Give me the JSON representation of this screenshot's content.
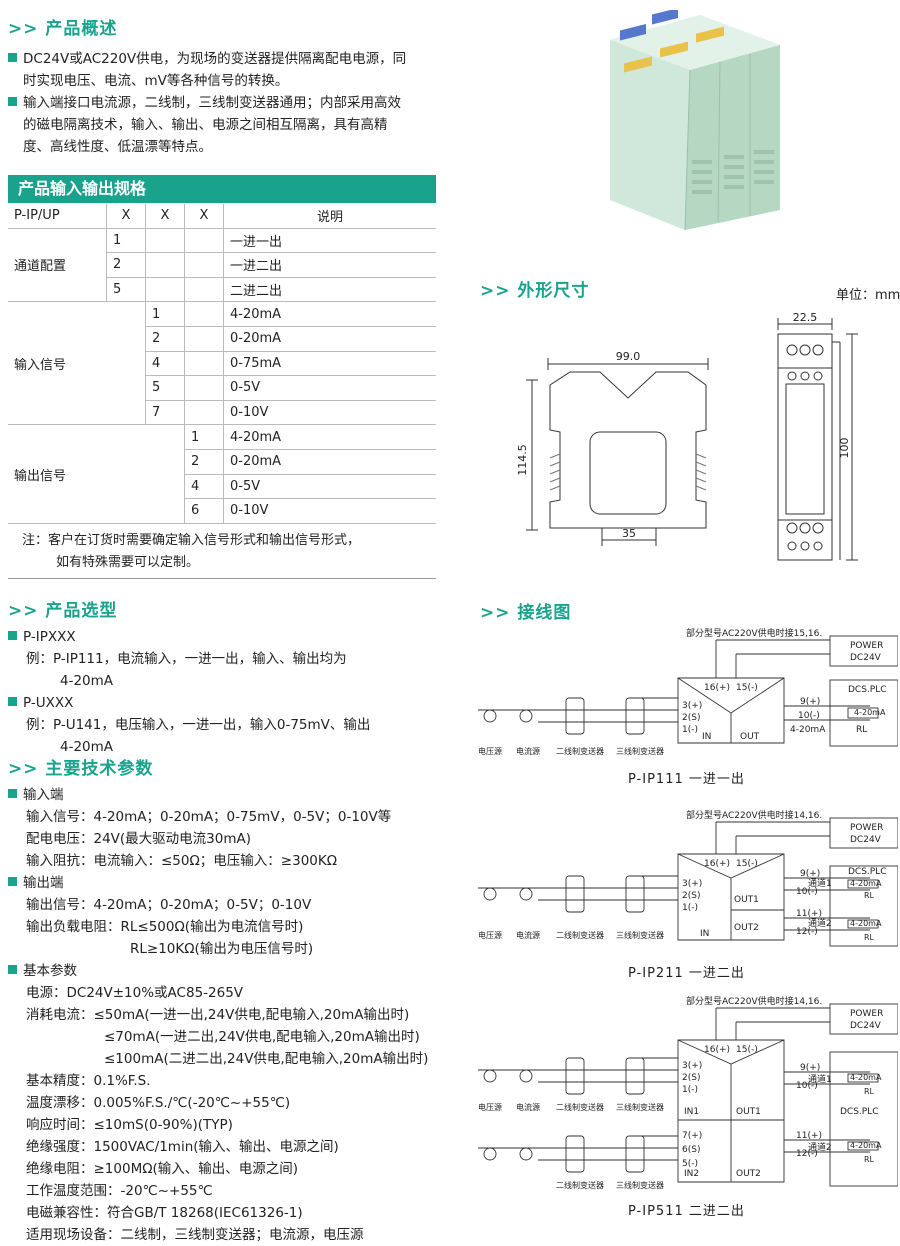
{
  "overview": {
    "title": ">> 产品概述",
    "items": [
      [
        "DC24V或AC220V供电，为现场的变送器提供隔离配电电源，同",
        "时实现电压、电流、mV等各种信号的转换。"
      ],
      [
        "输入端接口电流源，二线制，三线制变送器通用；内部采用高效",
        "的磁电隔离技术，输入、输出、电源之间相互隔离，具有高精",
        "度、高线性度、低温漂等特点。"
      ]
    ]
  },
  "spec": {
    "title": "产品输入输出规格",
    "header": [
      "P-IP/UP",
      "X",
      "X",
      "X",
      "说明"
    ],
    "channel": {
      "label": "通道配置",
      "rows": [
        [
          "1",
          "一进一出"
        ],
        [
          "2",
          "一进二出"
        ],
        [
          "5",
          "二进二出"
        ]
      ]
    },
    "input": {
      "label": "输入信号",
      "rows": [
        [
          "1",
          "4-20mA"
        ],
        [
          "2",
          "0-20mA"
        ],
        [
          "4",
          "0-75mA"
        ],
        [
          "5",
          "0-5V"
        ],
        [
          "7",
          "0-10V"
        ]
      ]
    },
    "output": {
      "label": "输出信号",
      "rows": [
        [
          "1",
          "4-20mA"
        ],
        [
          "2",
          "0-20mA"
        ],
        [
          "4",
          "0-5V"
        ],
        [
          "6",
          "0-10V"
        ]
      ]
    },
    "note": [
      "注：客户在订货时需要确定输入信号形式和输出信号形式，",
      "如有特殊需要可以定制。"
    ]
  },
  "selection": {
    "title": ">> 产品选型",
    "model1": "P-IPXXX",
    "example1": [
      "例：P-IP111，电流输入，一进一出，输入、输出均为",
      "4-20mA"
    ],
    "model2": "P-UXXX",
    "example2": [
      "例：P-U141，电压输入，一进一出，输入0-75mV、输出",
      "4-20mA"
    ]
  },
  "params": {
    "title": ">> 主要技术参数",
    "input_head": "输入端",
    "input_lines": [
      "输入信号：4-20mA；0-20mA；0-75mV，0-5V；0-10V等",
      "配电电压：24V(最大驱动电流30mA)",
      "输入阻抗：电流输入：≤50Ω；电压输入：≥300KΩ"
    ],
    "output_head": "输出端",
    "output_lines": [
      "输出信号：4-20mA；0-20mA；0-5V；0-10V",
      "输出负载电阻：RL≤500Ω(输出为电流信号时)",
      "RL≥10KΩ(输出为电压信号时)"
    ],
    "basic_head": "基本参数",
    "basic_lines": [
      "电源：DC24V±10%或AC85-265V",
      "消耗电流：≤50mA(一进一出,24V供电,配电输入,20mA输出时)",
      "≤70mA(一进二出,24V供电,配电输入,20mA输出时)",
      "≤100mA(二进二出,24V供电,配电输入,20mA输出时)",
      "基本精度：0.1%F.S.",
      "温度漂移：0.005%F.S./℃(-20℃~+55℃)",
      "响应时间：≤10mS(0-90%)(TYP)",
      "绝缘强度：1500VAC/1min(输入、输出、电源之间)",
      "绝缘电阻：≥100MΩ(输入、输出、电源之间)",
      "工作温度范围：-20℃~+55℃",
      "电磁兼容性：符合GB/T 18268(IEC61326-1)",
      "适用现场设备：二线制，三线制变送器；电流源，电压源"
    ]
  },
  "dimensions": {
    "title": ">> 外形尺寸",
    "unit": "单位：mm",
    "w": "99.0",
    "h": "114.5",
    "foot": "35",
    "side_w": "22.5",
    "side_h": "100"
  },
  "wiring": {
    "title": ">> 接线图",
    "note1": "部分型号AC220V供电时接15,16.",
    "note2": "部分型号AC220V供电时接14,16.",
    "note3": "部分型号AC220V供电时接14,16.",
    "power": "POWER",
    "dc24": "DC24V",
    "dcs": "DCS.PLC",
    "t16": "16(+)",
    "t15": "15(-)",
    "t3": "3(+)",
    "t2": "2(S)",
    "t1": "1(-)",
    "t9": "9(+)",
    "t10": "10(-)",
    "t11": "11(+)",
    "t12": "12(-)",
    "t7": "7(+)",
    "t6": "6(S)",
    "t5": "5(-)",
    "in": "IN",
    "out": "OUT",
    "out1": "OUT1",
    "out2": "OUT2",
    "in1": "IN1",
    "in2": "IN2",
    "ma": "4-20mA",
    "rl": "RL",
    "ch1": "通道1",
    "ch2": "通道2",
    "src_v": "电压源",
    "src_i": "电流源",
    "src_2w": "二线制变送器",
    "src_3w": "三线制变送器",
    "cap1": "P-IP111   一进一出",
    "cap2": "P-IP211   一进二出",
    "cap3": "P-IP511   二进二出"
  }
}
